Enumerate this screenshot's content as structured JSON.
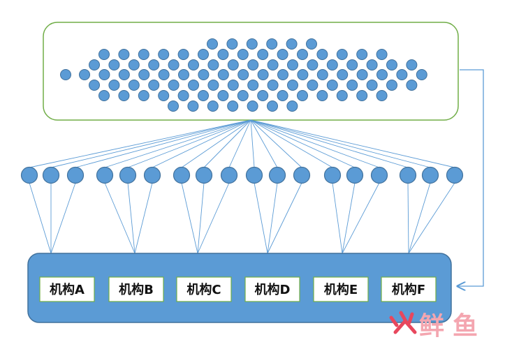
{
  "institutions": [
    "机构A",
    "机构B",
    "机构C",
    "机构D",
    "机构E",
    "机构F"
  ],
  "watermark": {
    "chars": [
      "鲜",
      "鱼"
    ]
  },
  "colors": {
    "pool_border": "#70ad47",
    "dot_fill": "#5b9bd5",
    "dot_stroke": "#41719c",
    "line": "#5b9bd5",
    "institutions_fill": "#5b9bd5",
    "institutions_stroke": "#41719c",
    "label_box_border": "#70ad47",
    "watermark_flame": "#e8475d",
    "watermark_text": "#f4a6b0"
  }
}
